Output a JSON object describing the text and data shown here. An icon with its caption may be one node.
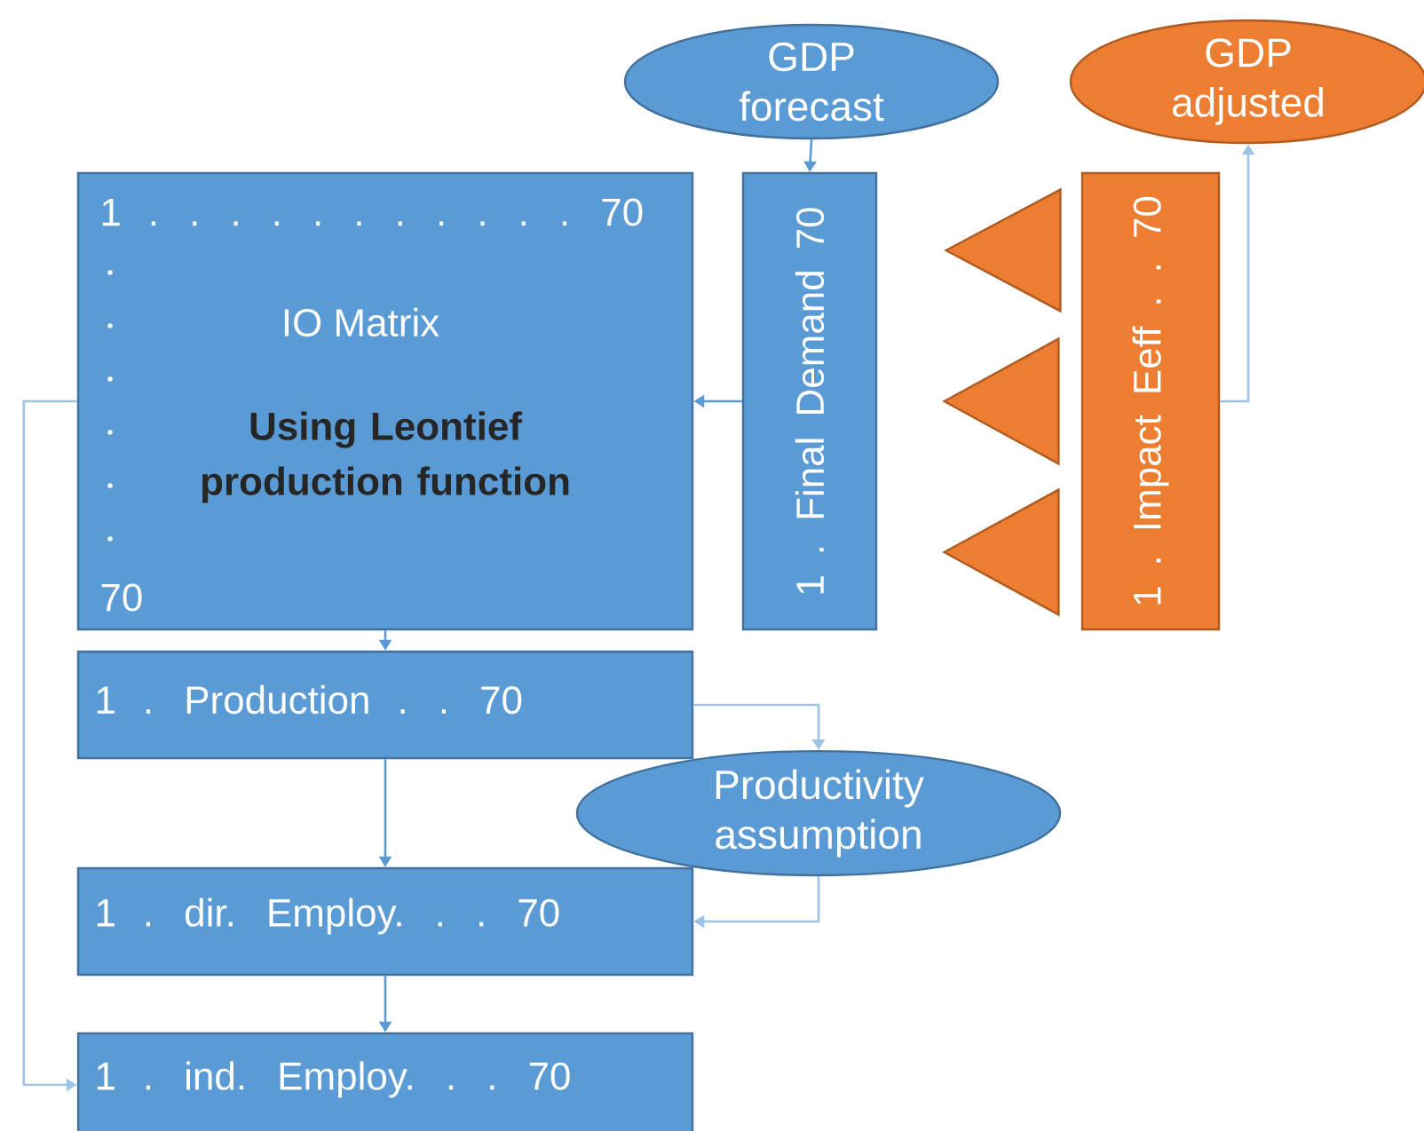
{
  "diagram": {
    "nodes": [
      {
        "text": [
          "GDP forecast"
        ]
      },
      {
        "text": [
          "GDP adjusted"
        ]
      },
      {
        "text": [
          "1 . . . . . . . . . . . 70",
          "IO Matrix",
          "Using Leontief production function",
          "70"
        ]
      },
      {
        "text": [
          "1 . Final Demand 70"
        ]
      },
      {
        "text": [],
        "shape": "triangle"
      },
      {
        "text": [],
        "shape": "triangle"
      },
      {
        "text": [],
        "shape": "triangle"
      },
      {
        "text": [
          "1 . Impact Eeff . . 70"
        ]
      },
      {
        "text": [
          "1 . Production . . 70"
        ]
      },
      {
        "text": [
          "Productivity assumption"
        ]
      },
      {
        "text": [
          "1 . dir. Employ. . . 70"
        ]
      },
      {
        "text": [
          "1 . ind. Employ. . . 70"
        ]
      }
    ],
    "edges": [
      {
        "from": 0,
        "to": 3,
        "arrow": "to"
      },
      {
        "from": 3,
        "to": 2,
        "arrow": "to"
      },
      {
        "from": 7,
        "to": 1,
        "arrow": "to",
        "color": "#9dc3e6"
      },
      {
        "from": 2,
        "to": 8,
        "arrow": "to"
      },
      {
        "from": 2,
        "to": 11,
        "arrow": "to",
        "color": "#9dc3e6"
      },
      {
        "from": 8,
        "to": 9,
        "arrow": "to",
        "color": "#9dc3e6"
      },
      {
        "from": 8,
        "to": 10,
        "arrow": "to"
      },
      {
        "from": 9,
        "to": 10,
        "arrow": "to",
        "color": "#9dc3e6"
      },
      {
        "from": 10,
        "to": 11,
        "arrow": "to"
      }
    ]
  }
}
